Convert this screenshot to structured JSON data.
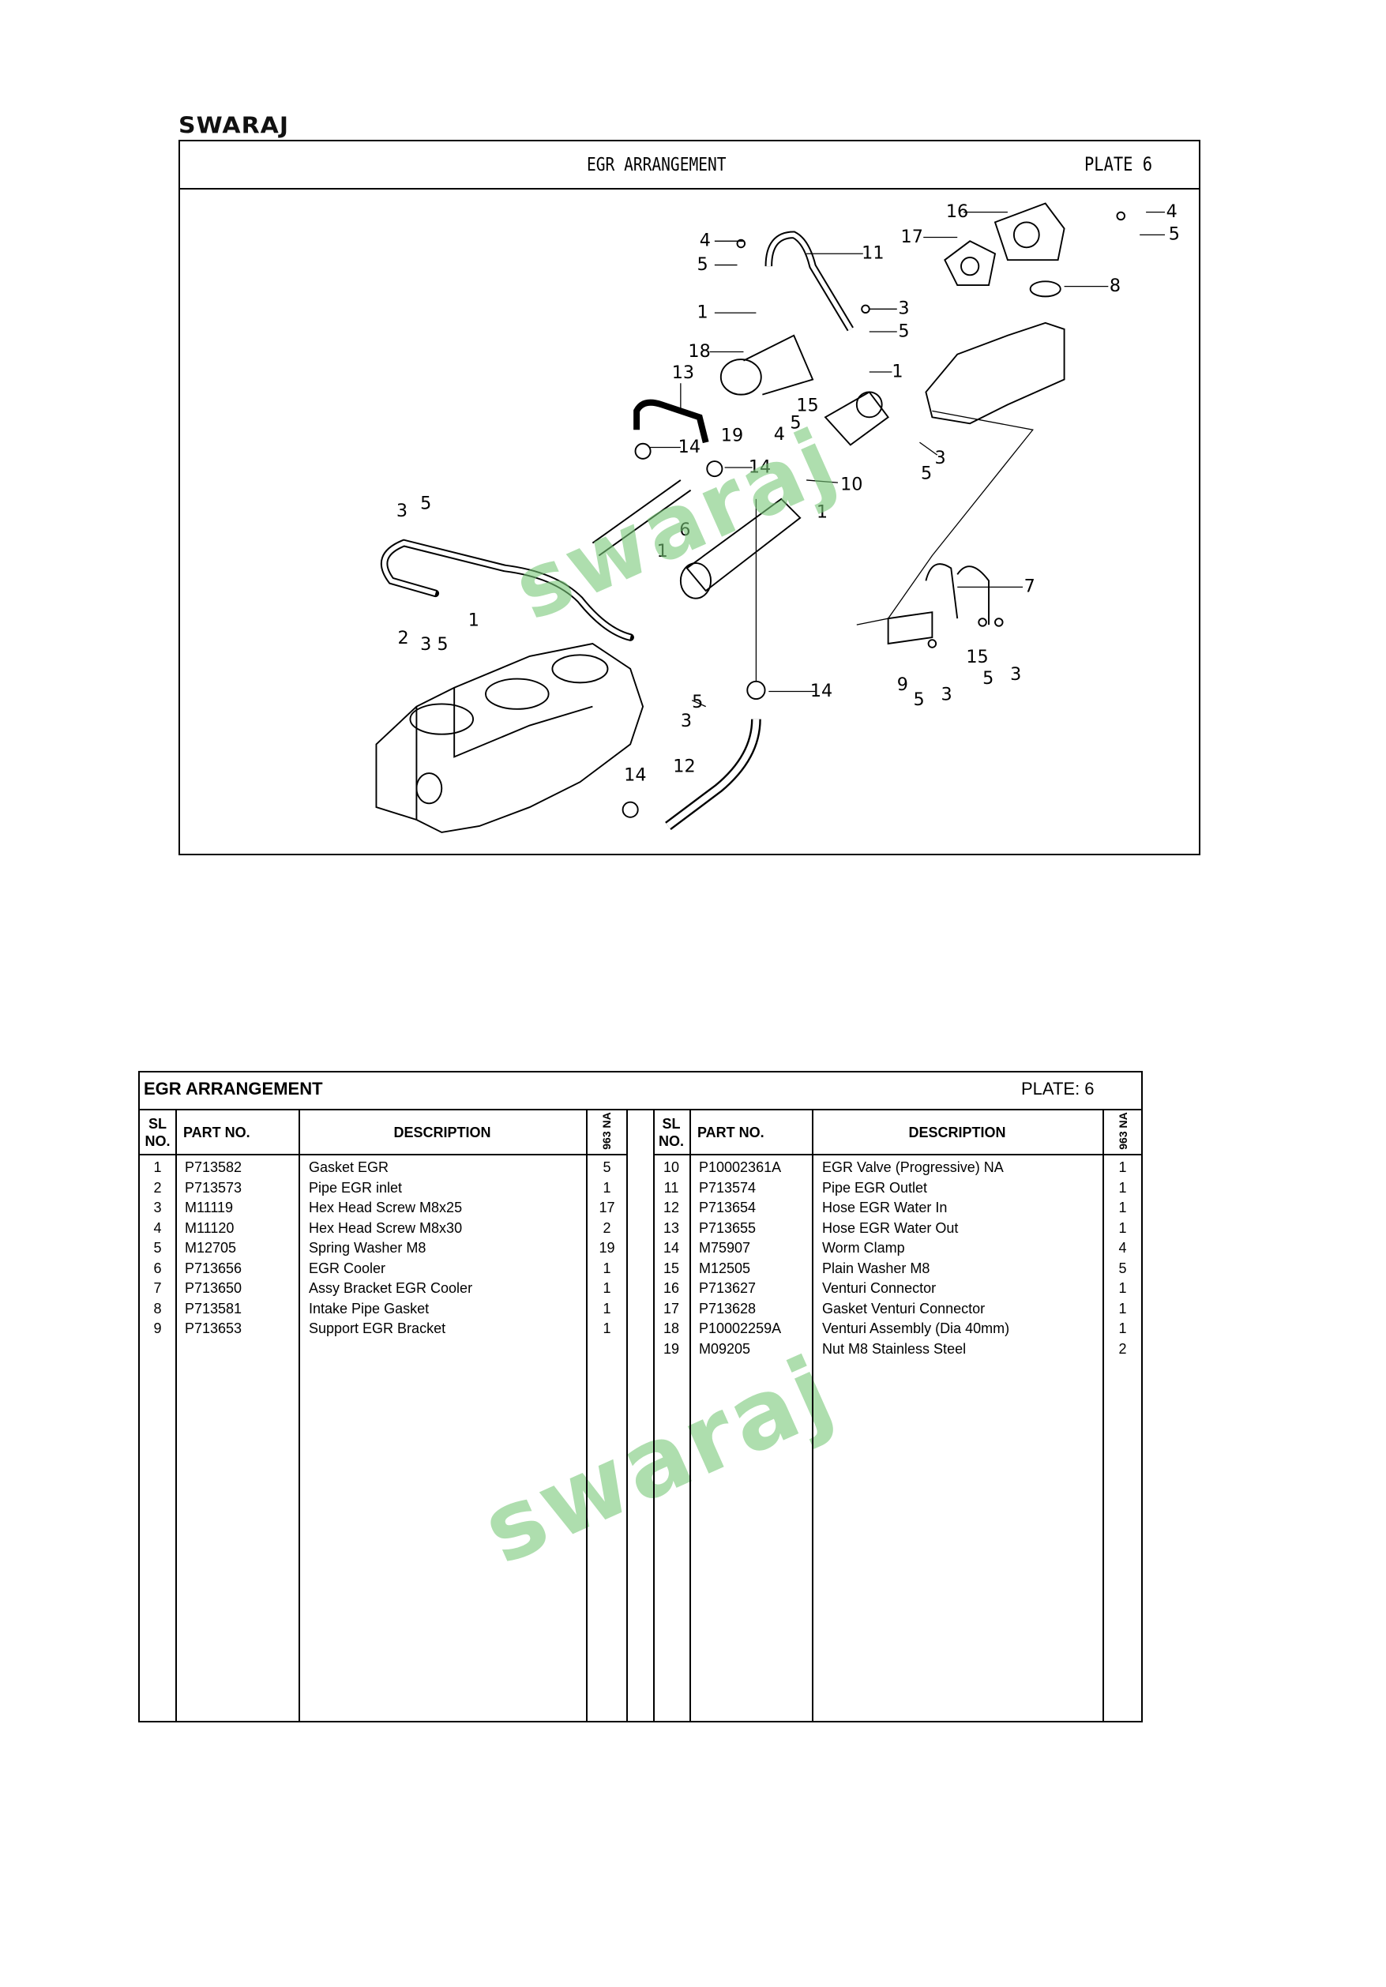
{
  "brand": "SWARAJ",
  "watermark": "swaraj",
  "plate": {
    "title": "EGR ARRANGEMENT",
    "plate_label": "PLATE 6"
  },
  "diagram": {
    "callouts": [
      "16",
      "4",
      "17",
      "5",
      "4",
      "11",
      "5",
      "8",
      "1",
      "3",
      "5",
      "18",
      "1",
      "13",
      "15",
      "5",
      "19",
      "4",
      "14",
      "3",
      "14",
      "5",
      "10",
      "1",
      "3",
      "5",
      "1",
      "6",
      "7",
      "1",
      "2",
      "3 5",
      "15",
      "5",
      "3",
      "9",
      "5",
      "3",
      "5",
      "14",
      "3",
      "14",
      "12"
    ]
  },
  "table": {
    "title": "EGR ARRANGEMENT",
    "plate_label": "PLATE: 6",
    "headers": {
      "sl_line1": "SL",
      "sl_line2": "NO.",
      "part_no": "PART NO.",
      "description": "DESCRIPTION",
      "qty": "963 NA"
    },
    "rows": [
      {
        "sl": "1",
        "part_no": "P713582",
        "description": "Gasket EGR",
        "qty": "5"
      },
      {
        "sl": "2",
        "part_no": "P713573",
        "description": "Pipe EGR inlet",
        "qty": "1"
      },
      {
        "sl": "3",
        "part_no": "M11119",
        "description": "Hex Head Screw M8x25",
        "qty": "17"
      },
      {
        "sl": "4",
        "part_no": "M11120",
        "description": "Hex Head Screw M8x30",
        "qty": "2"
      },
      {
        "sl": "5",
        "part_no": "M12705",
        "description": "Spring Washer M8",
        "qty": "19"
      },
      {
        "sl": "6",
        "part_no": "P713656",
        "description": "EGR Cooler",
        "qty": "1"
      },
      {
        "sl": "7",
        "part_no": "P713650",
        "description": "Assy Bracket EGR Cooler",
        "qty": "1"
      },
      {
        "sl": "8",
        "part_no": "P713581",
        "description": "Intake Pipe Gasket",
        "qty": "1"
      },
      {
        "sl": "9",
        "part_no": "P713653",
        "description": "Support EGR Bracket",
        "qty": "1"
      },
      {
        "sl": "10",
        "part_no": "P10002361A",
        "description": "EGR Valve (Progressive) NA",
        "qty": "1"
      },
      {
        "sl": "11",
        "part_no": "P713574",
        "description": "Pipe EGR Outlet",
        "qty": "1"
      },
      {
        "sl": "12",
        "part_no": "P713654",
        "description": "Hose EGR Water In",
        "qty": "1"
      },
      {
        "sl": "13",
        "part_no": "P713655",
        "description": "Hose EGR Water Out",
        "qty": "1"
      },
      {
        "sl": "14",
        "part_no": "M75907",
        "description": "Worm Clamp",
        "qty": "4"
      },
      {
        "sl": "15",
        "part_no": "M12505",
        "description": "Plain Washer M8",
        "qty": "5"
      },
      {
        "sl": "16",
        "part_no": "P713627",
        "description": "Venturi Connector",
        "qty": "1"
      },
      {
        "sl": "17",
        "part_no": "P713628",
        "description": "Gasket Venturi Connector",
        "qty": "1"
      },
      {
        "sl": "18",
        "part_no": "P10002259A",
        "description": "Venturi Assembly  (Dia 40mm)",
        "qty": "1"
      },
      {
        "sl": "19",
        "part_no": "M09205",
        "description": "Nut M8 Stainless Steel",
        "qty": "2"
      }
    ]
  }
}
